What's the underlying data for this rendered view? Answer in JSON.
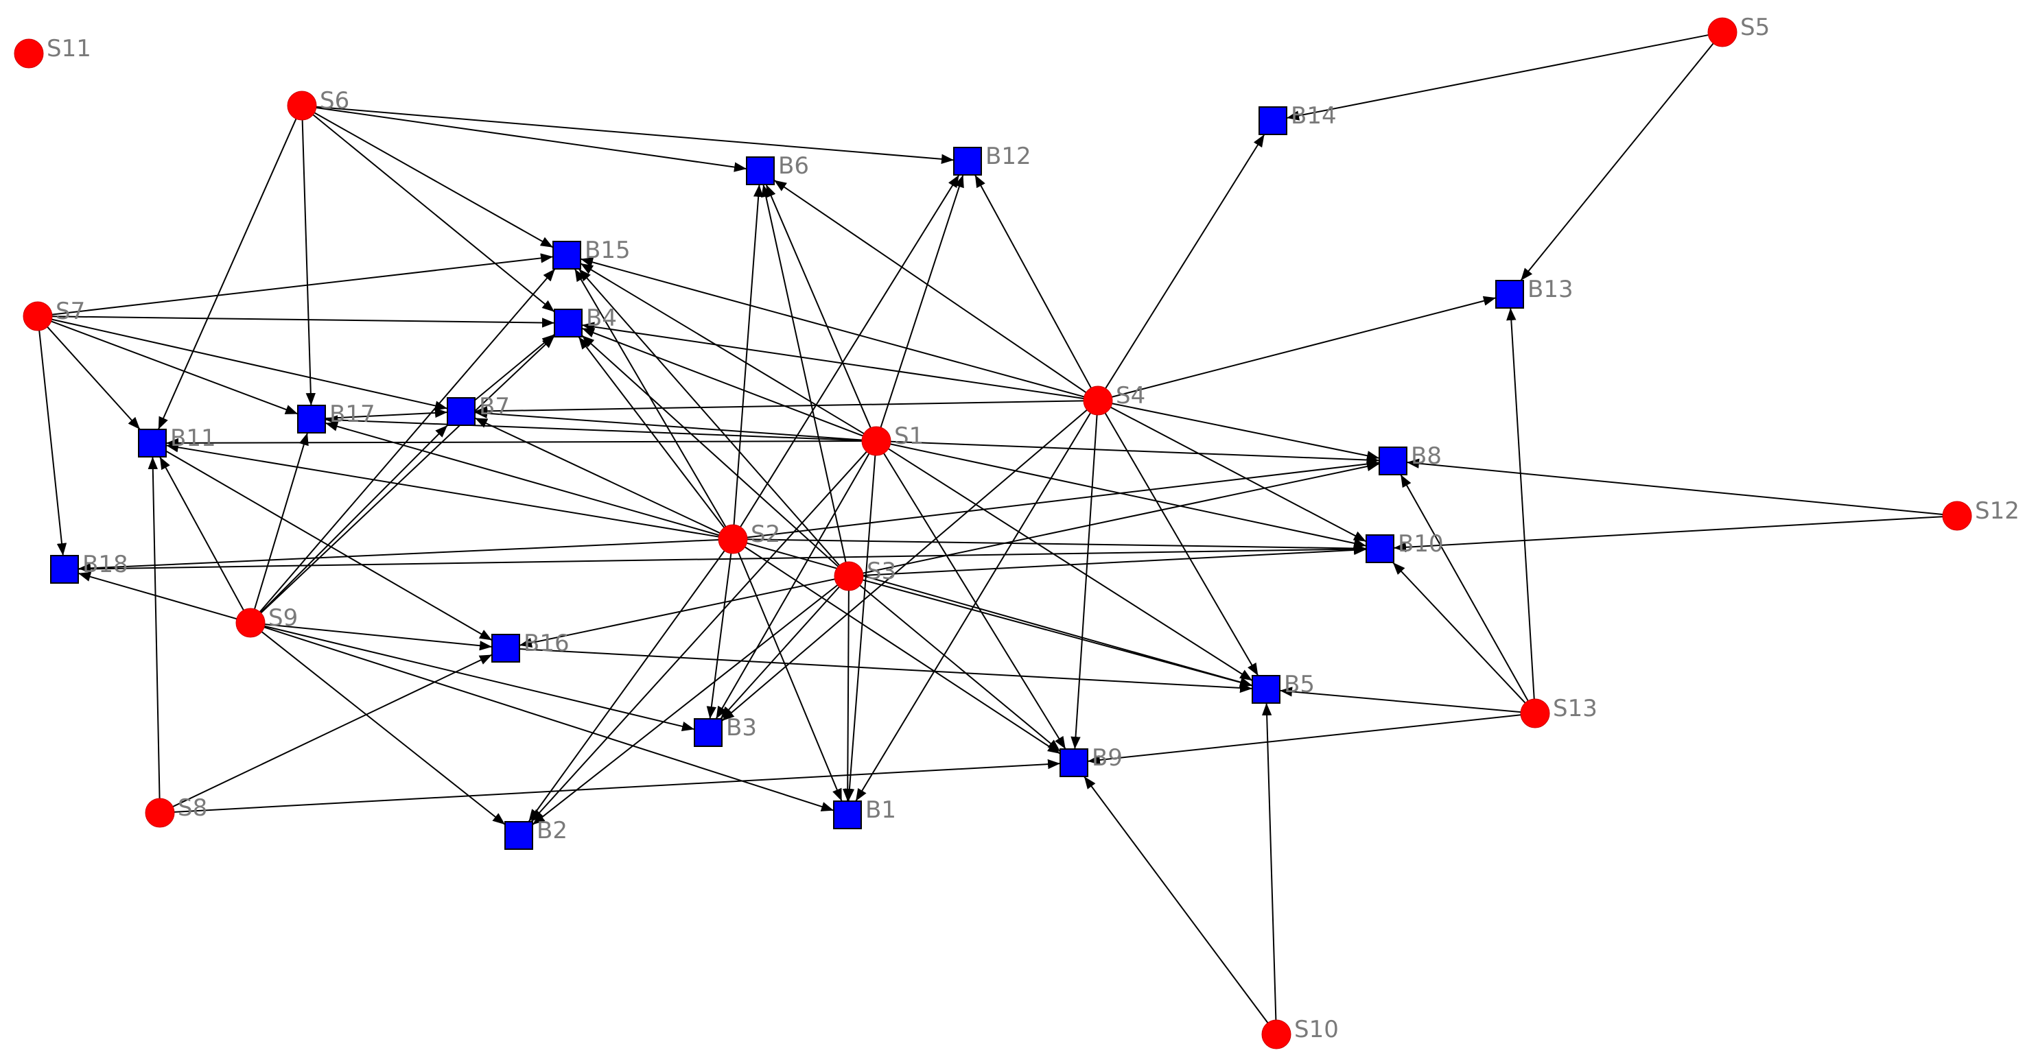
{
  "diagram": {
    "type": "directed-network",
    "node_colors": {
      "S": "#ff0000",
      "B": "#0000ff"
    },
    "node_shapes": {
      "S": "circle",
      "B": "square"
    },
    "nodes": [
      {
        "id": "S1",
        "label": "S1",
        "kind": "S"
      },
      {
        "id": "S2",
        "label": "S2",
        "kind": "S"
      },
      {
        "id": "S3",
        "label": "S3",
        "kind": "S"
      },
      {
        "id": "S4",
        "label": "S4",
        "kind": "S"
      },
      {
        "id": "S5",
        "label": "S5",
        "kind": "S"
      },
      {
        "id": "S6",
        "label": "S6",
        "kind": "S"
      },
      {
        "id": "S7",
        "label": "S7",
        "kind": "S"
      },
      {
        "id": "S8",
        "label": "S8",
        "kind": "S"
      },
      {
        "id": "S9",
        "label": "S9",
        "kind": "S"
      },
      {
        "id": "S10",
        "label": "S10",
        "kind": "S"
      },
      {
        "id": "S11",
        "label": "S11",
        "kind": "S"
      },
      {
        "id": "S12",
        "label": "S12",
        "kind": "S"
      },
      {
        "id": "S13",
        "label": "S13",
        "kind": "S"
      },
      {
        "id": "B1",
        "label": "B1",
        "kind": "B"
      },
      {
        "id": "B2",
        "label": "B2",
        "kind": "B"
      },
      {
        "id": "B3",
        "label": "B3",
        "kind": "B"
      },
      {
        "id": "B4",
        "label": "B4",
        "kind": "B"
      },
      {
        "id": "B5",
        "label": "B5",
        "kind": "B"
      },
      {
        "id": "B6",
        "label": "B6",
        "kind": "B"
      },
      {
        "id": "B7",
        "label": "B7",
        "kind": "B"
      },
      {
        "id": "B8",
        "label": "B8",
        "kind": "B"
      },
      {
        "id": "B9",
        "label": "B9",
        "kind": "B"
      },
      {
        "id": "B10",
        "label": "B10",
        "kind": "B"
      },
      {
        "id": "B11",
        "label": "B11",
        "kind": "B"
      },
      {
        "id": "B12",
        "label": "B12",
        "kind": "B"
      },
      {
        "id": "B13",
        "label": "B13",
        "kind": "B"
      },
      {
        "id": "B14",
        "label": "B14",
        "kind": "B"
      },
      {
        "id": "B15",
        "label": "B15",
        "kind": "B"
      },
      {
        "id": "B16",
        "label": "B16",
        "kind": "B"
      },
      {
        "id": "B17",
        "label": "B17",
        "kind": "B"
      },
      {
        "id": "B18",
        "label": "B18",
        "kind": "B"
      }
    ],
    "edges": [
      [
        "S1",
        "B1"
      ],
      [
        "S1",
        "B3"
      ],
      [
        "S1",
        "B4"
      ],
      [
        "S1",
        "B6"
      ],
      [
        "S1",
        "B7"
      ],
      [
        "S1",
        "B8"
      ],
      [
        "S1",
        "B9"
      ],
      [
        "S1",
        "B10"
      ],
      [
        "S1",
        "B11"
      ],
      [
        "S1",
        "B12"
      ],
      [
        "S1",
        "B15"
      ],
      [
        "S1",
        "B17"
      ],
      [
        "S1",
        "B2"
      ],
      [
        "S1",
        "B5"
      ],
      [
        "S2",
        "B1"
      ],
      [
        "S2",
        "B3"
      ],
      [
        "S2",
        "B4"
      ],
      [
        "S2",
        "B5"
      ],
      [
        "S2",
        "B6"
      ],
      [
        "S2",
        "B7"
      ],
      [
        "S2",
        "B8"
      ],
      [
        "S2",
        "B9"
      ],
      [
        "S2",
        "B10"
      ],
      [
        "S2",
        "B11"
      ],
      [
        "S2",
        "B12"
      ],
      [
        "S2",
        "B15"
      ],
      [
        "S2",
        "B17"
      ],
      [
        "S2",
        "B18"
      ],
      [
        "S2",
        "B2"
      ],
      [
        "S3",
        "B1"
      ],
      [
        "S3",
        "B3"
      ],
      [
        "S3",
        "B4"
      ],
      [
        "S3",
        "B5"
      ],
      [
        "S3",
        "B6"
      ],
      [
        "S3",
        "B8"
      ],
      [
        "S3",
        "B9"
      ],
      [
        "S3",
        "B10"
      ],
      [
        "S3",
        "B15"
      ],
      [
        "S3",
        "B16"
      ],
      [
        "S3",
        "B2"
      ],
      [
        "S4",
        "B1"
      ],
      [
        "S4",
        "B4"
      ],
      [
        "S4",
        "B5"
      ],
      [
        "S4",
        "B6"
      ],
      [
        "S4",
        "B7"
      ],
      [
        "S4",
        "B8"
      ],
      [
        "S4",
        "B9"
      ],
      [
        "S4",
        "B10"
      ],
      [
        "S4",
        "B12"
      ],
      [
        "S4",
        "B13"
      ],
      [
        "S4",
        "B14"
      ],
      [
        "S4",
        "B15"
      ],
      [
        "S4",
        "B3"
      ],
      [
        "S5",
        "B13"
      ],
      [
        "S5",
        "B14"
      ],
      [
        "S6",
        "B6"
      ],
      [
        "S6",
        "B12"
      ],
      [
        "S6",
        "B15"
      ],
      [
        "S6",
        "B4"
      ],
      [
        "S6",
        "B17"
      ],
      [
        "S6",
        "B11"
      ],
      [
        "S7",
        "B15"
      ],
      [
        "S7",
        "B4"
      ],
      [
        "S7",
        "B7"
      ],
      [
        "S7",
        "B17"
      ],
      [
        "S7",
        "B11"
      ],
      [
        "S7",
        "B18"
      ],
      [
        "S8",
        "B11"
      ],
      [
        "S8",
        "B16"
      ],
      [
        "S8",
        "B9"
      ],
      [
        "S9",
        "B11"
      ],
      [
        "S9",
        "B17"
      ],
      [
        "S9",
        "B7"
      ],
      [
        "S9",
        "B15"
      ],
      [
        "S9",
        "B4"
      ],
      [
        "S9",
        "B16"
      ],
      [
        "S9",
        "B3"
      ],
      [
        "S9",
        "B2"
      ],
      [
        "S9",
        "B1"
      ],
      [
        "S9",
        "B18"
      ],
      [
        "S10",
        "B5"
      ],
      [
        "S10",
        "B9"
      ],
      [
        "S12",
        "B8"
      ],
      [
        "S12",
        "B10"
      ],
      [
        "S13",
        "B5"
      ],
      [
        "S13",
        "B8"
      ],
      [
        "S13",
        "B9"
      ],
      [
        "S13",
        "B10"
      ],
      [
        "S13",
        "B13"
      ],
      [
        "B11",
        "B16"
      ],
      [
        "B7",
        "B4"
      ],
      [
        "B17",
        "B7"
      ],
      [
        "B18",
        "B10"
      ],
      [
        "B16",
        "B5"
      ]
    ]
  }
}
